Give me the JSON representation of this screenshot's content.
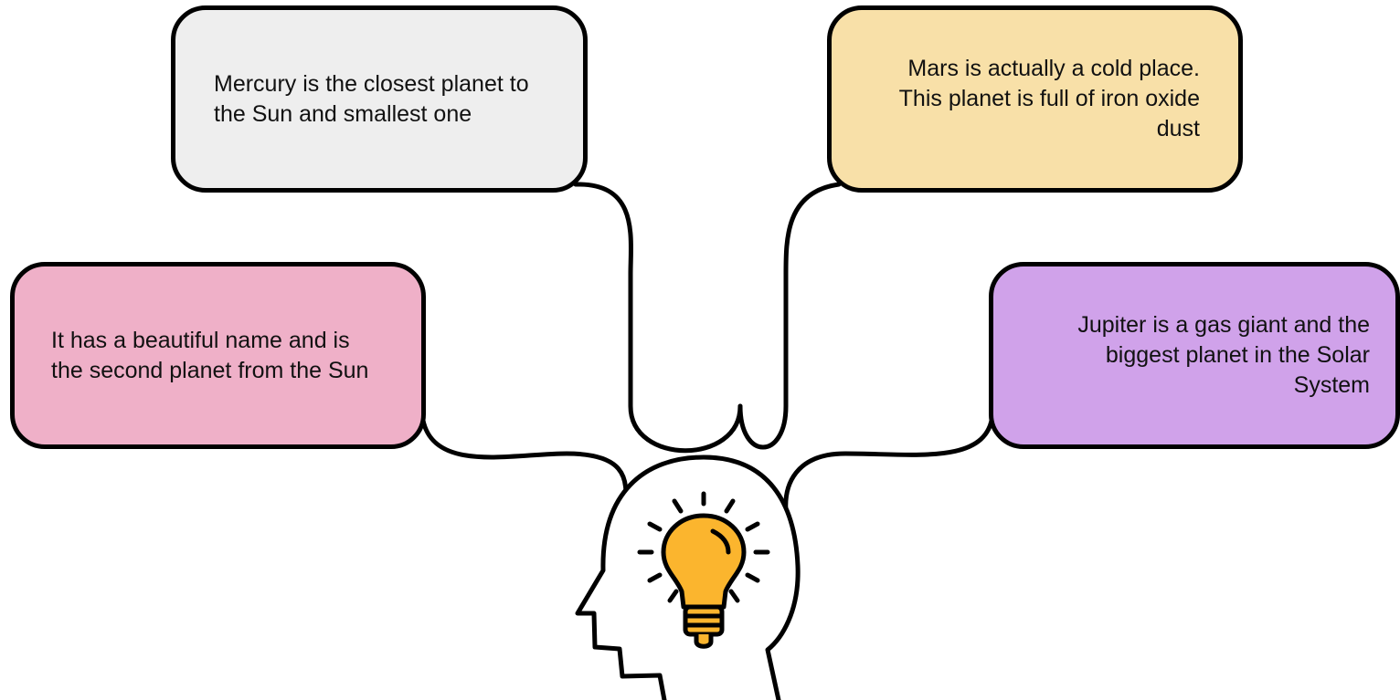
{
  "cards": [
    {
      "id": "mercury",
      "text": "Mercury is the closest planet to the Sun and smallest one",
      "color": "#eeeeee"
    },
    {
      "id": "mars",
      "text": "Mars is actually a cold place. This planet is full of iron oxide dust",
      "color": "#f8e0a8"
    },
    {
      "id": "venus",
      "text": "It has a beautiful name and is the second planet from the Sun",
      "color": "#efb0c8"
    },
    {
      "id": "jupiter",
      "text": "Jupiter is a gas giant and the biggest planet in the Solar System",
      "color": "#d0a2ea"
    }
  ],
  "colors": {
    "stroke": "#000000",
    "bulb": "#fbb52e",
    "head_fill": "#ffffff"
  },
  "icons": [
    "head-icon",
    "lightbulb-icon"
  ]
}
